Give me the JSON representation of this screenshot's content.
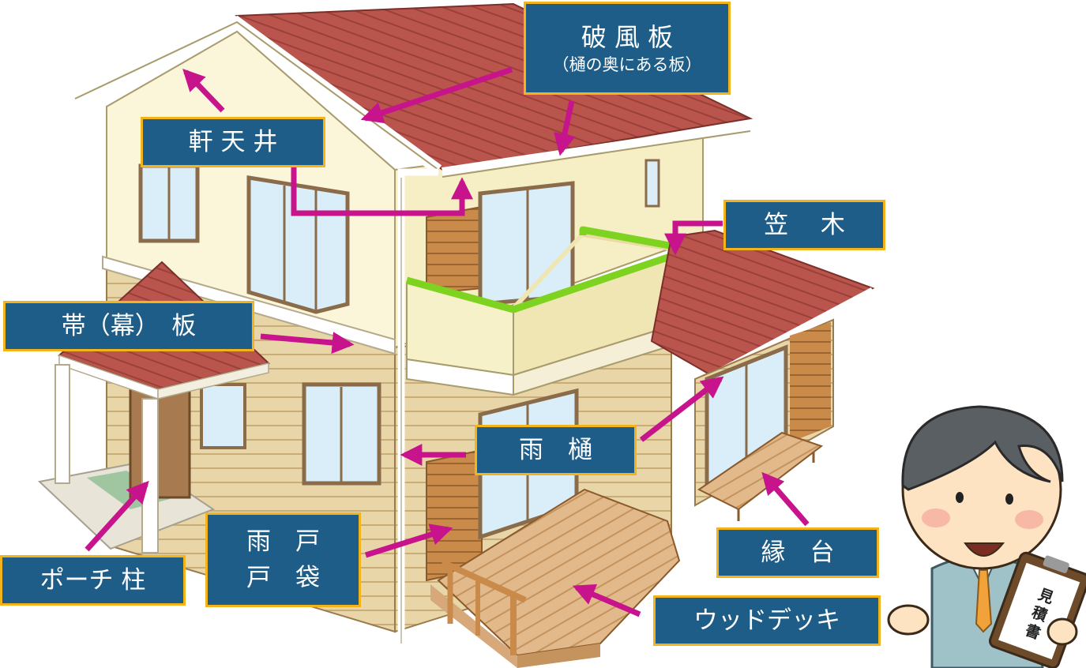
{
  "labels": {
    "hafuita": {
      "title": "破 風 板",
      "sub": "（樋の奥にある板）"
    },
    "nokitenjo": "軒 天 井",
    "kasagi": "笠 　木",
    "obi_ita": "帯（幕）　板",
    "amadoi": "雨　樋",
    "amado_tobukuro": "雨　戸\n戸　袋",
    "porch_pillar": "ポーチ 柱",
    "engawa_dai": "縁　台",
    "wood_deck": "ウッドデッキ"
  },
  "clipboard_text": "見\n積\n書",
  "colors": {
    "label_bg": "#1d5d88",
    "label_border": "#f3b31b",
    "arrow": "#c8148c",
    "highlight_green": "#7ed321",
    "roof": "#b4504a",
    "wall_upper": "#fbf6d9",
    "wall_lower": "#e8d3a4"
  }
}
